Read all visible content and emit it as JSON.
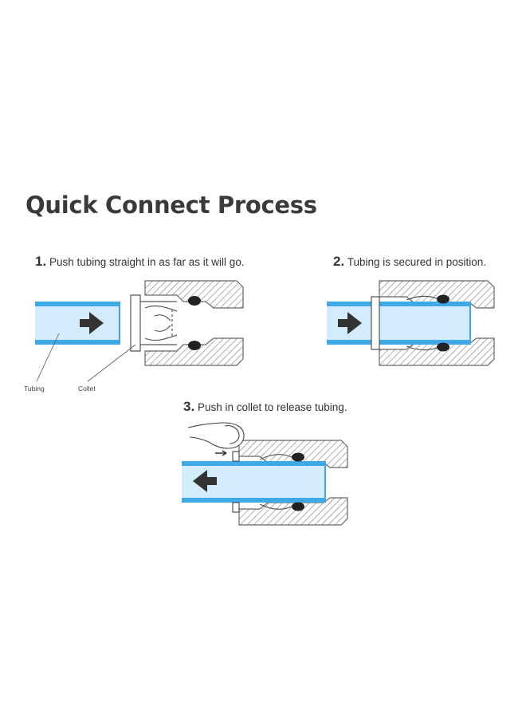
{
  "title": "Quick Connect Process",
  "steps": [
    {
      "number": "1.",
      "text": "Push tubing straight in as far as it will go."
    },
    {
      "number": "2.",
      "text": "Tubing is secured in position."
    },
    {
      "number": "3.",
      "text": "Push in collet to release tubing."
    }
  ],
  "callouts": {
    "tubing": "Tubing",
    "collet": "Collet"
  },
  "colors": {
    "tube_fill": "#d3ecfb",
    "tube_edge": "#3fa9e6",
    "hatch": "#8a8a8a",
    "oring": "#222222",
    "arrow": "#333333",
    "text": "#333333"
  }
}
